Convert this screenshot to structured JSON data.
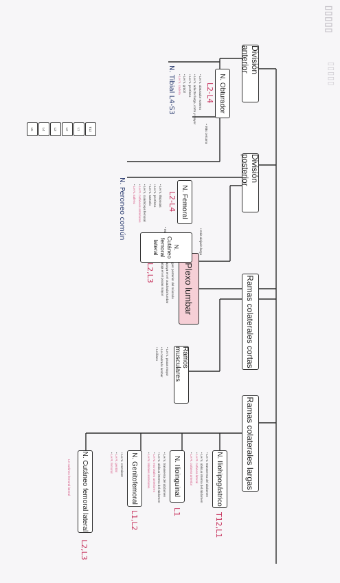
{
  "root": {
    "label": "Plexo lumbar"
  },
  "root_notes": [
    "Surgen posterior del músculo",
    "Se apoya en el cuadrado lumbar",
    "Se aloja en el psoas mayor"
  ],
  "divisions": {
    "anterior": "División anterior",
    "posterior": "División posterior",
    "cortas": "Ramas colaterales cortas",
    "largas": "Ramas colaterales largas"
  },
  "nerves": {
    "obturador": {
      "label": "N. Obturador",
      "level": "L2-L4",
      "side_note": "• Más cercano",
      "notes": [
        {
          "text": "Le m. obturador externo",
          "pink": false
        },
        {
          "text": "Le m. aductor largo, corto y mayor",
          "pink": false
        },
        {
          "text": "Le m. pectíneo",
          "pink": false
        },
        {
          "text": "Le m. grácil",
          "pink": false
        },
        {
          "text": "Le m. cadera",
          "pink": true
        }
      ]
    },
    "femoral": {
      "label": "N. Femoral",
      "level": "L2-L4",
      "side_note": "• Más lateral",
      "notes": [
        {
          "text": "Le m. iliopsoas",
          "pink": false
        },
        {
          "text": "Le m. pectíneo",
          "pink": false
        },
        {
          "text": "Le m. sartorio",
          "pink": false
        },
        {
          "text": "Le m. cuádriceps femoral",
          "pink": false
        },
        {
          "text": "Le R. cutáneos anteriores",
          "pink": true
        },
        {
          "text": "Le N. safeno",
          "pink": true
        }
      ]
    },
    "cutaneo_post": {
      "label": "N. Cutáneo femoral lateral",
      "level": "L2,L3",
      "side_note": "• más alejado largo"
    },
    "musculares": {
      "label": "Ramos musculares",
      "notes": [
        {
          "text": "Le m. psoas mayor",
          "pink": false
        },
        {
          "text": "Le cuadrado lumbar",
          "pink": false
        },
        {
          "text": "Le iliaco",
          "pink": false
        }
      ]
    },
    "iliohipogastrico": {
      "label": "N. Iliohipogástrico",
      "level": "T12,L1",
      "notes": [
        {
          "text": "Le m. transverso del abdomen",
          "pink": false
        },
        {
          "text": "Le m. oblicuo interno del abdomen",
          "pink": false
        },
        {
          "text": "Le R. cutánea lateral",
          "pink": true
        },
        {
          "text": "Le R. cutánea anterior",
          "pink": true
        }
      ]
    },
    "ilioinguinal": {
      "label": "N. Ilioinguinal",
      "level": "L1",
      "notes": [
        {
          "text": "Le m. transverso del abdomen",
          "pink": false
        },
        {
          "text": "Le m. oblicuo interno del abdomen",
          "pink": false
        },
        {
          "text": "Le N. escrotales anteriores",
          "pink": true
        },
        {
          "text": "Le N. labiales anteriores",
          "pink": true
        }
      ]
    },
    "genitofemoral": {
      "label": "N. Genitofemoral",
      "level": "L1,L2",
      "notes": [
        {
          "text": "Le m. cremáster",
          "pink": false
        },
        {
          "text": "Le R. genital",
          "pink": true
        },
        {
          "text": "Le R. femoral",
          "pink": true
        }
      ]
    },
    "cutaneo_largas": {
      "label": "N. Cutáneo femoral lateral",
      "level": "L2,L3",
      "note": "Le cutáneo femoral lateral"
    }
  },
  "handwritten": {
    "tibial": "N. Tibial L4-S3",
    "peroneo": "N. Peroneo común"
  },
  "vertebrae": [
    "T12",
    "L1",
    "L2",
    "L3",
    "L4",
    "L5"
  ],
  "colors": {
    "ink": "#2b2b2b",
    "root_fill": "#f6cfd6",
    "pink_text": "#d65b86",
    "annotation": "#c7335d"
  }
}
